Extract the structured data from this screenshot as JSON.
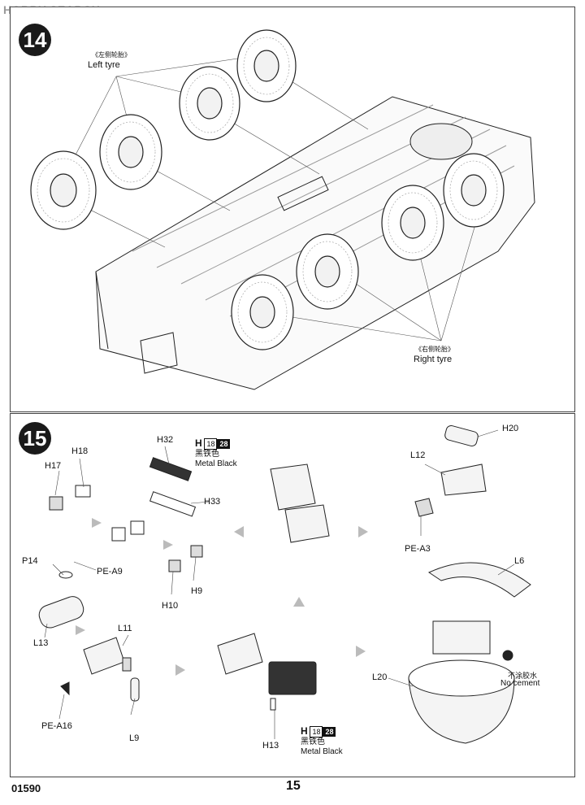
{
  "watermark": "HOBBY SEARCH",
  "step14": {
    "number": "14",
    "left_tyre_cn": "《左侧轮胎》",
    "left_tyre": "Left tyre",
    "right_tyre_cn": "《右侧轮胎》",
    "right_tyre": "Right tyre"
  },
  "step15": {
    "number": "15",
    "parts": {
      "h32": "H32",
      "h33": "H33",
      "h17": "H17",
      "h18": "H18",
      "h9": "H9",
      "h10": "H10",
      "h20": "H20",
      "l12": "L12",
      "pe_a3": "PE-A3",
      "p14": "P14",
      "pe_a9": "PE-A9",
      "l13": "L13",
      "l11": "L11",
      "pe_a16": "PE-A16",
      "l9": "L9",
      "h13": "H13",
      "l6": "L6",
      "l20": "L20"
    },
    "paint1": {
      "prefix": "H",
      "code": "18",
      "code2": "28",
      "cn": "黑铁色",
      "en": "Metal  Black"
    },
    "paint2": {
      "prefix": "H",
      "code": "18",
      "code2": "28",
      "cn": "黑铁色",
      "en": "Metal  Black"
    },
    "no_cement_cn": "不涂胶水",
    "no_cement": "No cement"
  },
  "footer": {
    "code": "01590",
    "page": "15"
  }
}
